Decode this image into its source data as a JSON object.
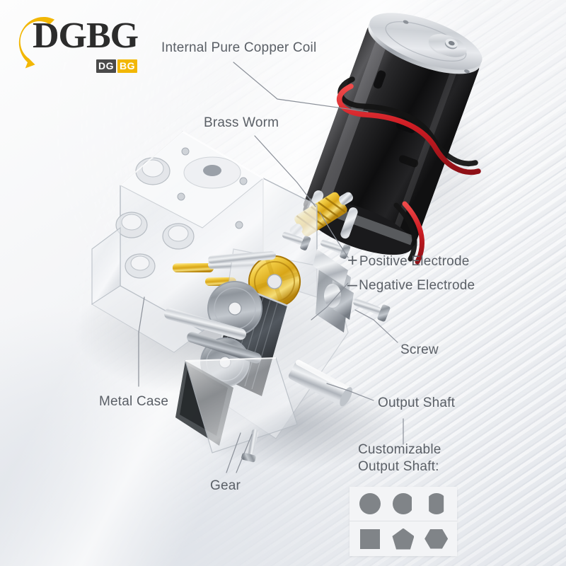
{
  "brand": {
    "wordmark": "DGBG",
    "sub_left": "DG",
    "sub_right": "BG",
    "arc_color": "#F2B705",
    "wordmark_color": "#2C2C2C"
  },
  "callouts": [
    {
      "id": "internal-pure-copper-coil",
      "text": "Internal Pure Copper Coil"
    },
    {
      "id": "brass-worm",
      "text": "Brass Worm"
    },
    {
      "id": "positive-electrode",
      "text": "Positive Electrode",
      "glyph": "+"
    },
    {
      "id": "negative-electrode",
      "text": "Negative Electrode",
      "glyph": "–"
    },
    {
      "id": "screw",
      "text": "Screw"
    },
    {
      "id": "output-shaft",
      "text": "Output Shaft"
    },
    {
      "id": "customizable-output-shaft",
      "text": "Customizable Output Shaft:"
    },
    {
      "id": "metal-case",
      "text": "Metal Case"
    },
    {
      "id": "gear",
      "text": "Gear"
    }
  ],
  "shaft_shapes": {
    "row_top": [
      {
        "name": "round-shaft-shape",
        "shape": "circle"
      },
      {
        "name": "d-cut-shaft-shape",
        "shape": "d-cut"
      },
      {
        "name": "double-d-cut-shaft-shape",
        "shape": "double-d-cut"
      }
    ],
    "row_bottom": [
      {
        "name": "square-shaft-shape",
        "shape": "square"
      },
      {
        "name": "pentagon-shaft-shape",
        "shape": "pentagon"
      },
      {
        "name": "hexagon-shaft-shape",
        "shape": "hexagon"
      }
    ]
  },
  "palette": {
    "background_top": "#FDFDFD",
    "background_bottom": "#E4E7EC",
    "label_text": "#5A5F66",
    "leader_line": "#8B9099",
    "motor_body": "#1C1C1E",
    "metal_silver": "#C9CDD2",
    "brass_gold": "#E2B63C",
    "wire_red": "#D8232A",
    "wire_black": "#151515",
    "shape_fill": "#808488"
  }
}
